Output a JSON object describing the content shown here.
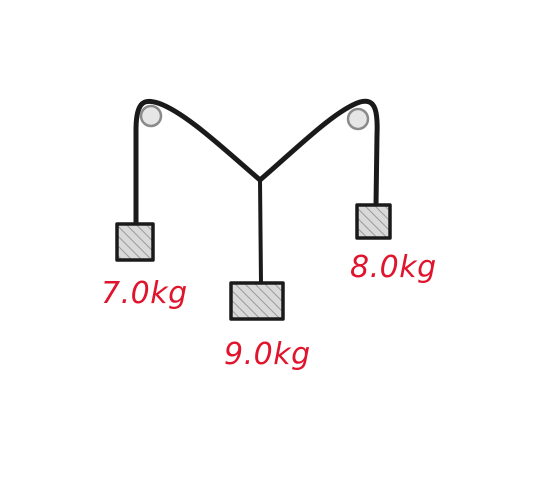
{
  "diagram": {
    "colors": {
      "ink": "#1a1a1a",
      "label": "#e0142c",
      "mass_fill": "#d9d9d9",
      "hatch": "#9a9a9a",
      "pulley_fill": "#e6e6e6",
      "pulley_stroke": "#8a8a8a"
    },
    "masses": [
      {
        "id": "left",
        "label": "7.0kg"
      },
      {
        "id": "middle",
        "label": "9.0kg"
      },
      {
        "id": "right",
        "label": "8.0kg"
      }
    ],
    "pulleys": [
      {
        "id": "left"
      },
      {
        "id": "right"
      }
    ]
  }
}
